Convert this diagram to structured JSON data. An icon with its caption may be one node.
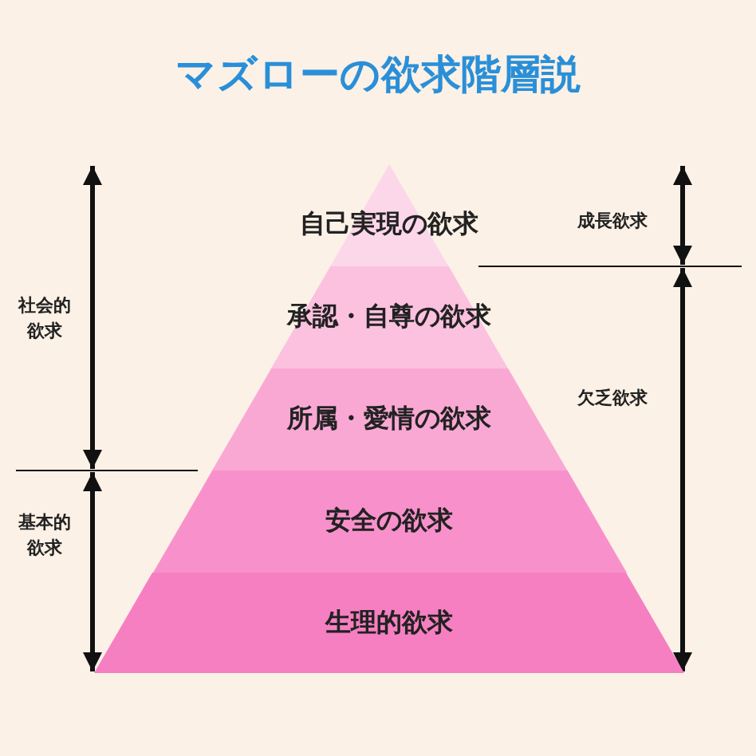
{
  "diagram": {
    "title": "マズローの欲求階層説",
    "nodes": [
      {
        "text": [
          "自己実現の欲求"
        ]
      },
      {
        "text": [
          "承認・自尊の欲求"
        ]
      },
      {
        "text": [
          "所属・愛情の欲求"
        ]
      },
      {
        "text": [
          "安全の欲求"
        ]
      },
      {
        "text": [
          "生理的欲求"
        ]
      }
    ],
    "edges": [],
    "labels": [
      "成長欲求",
      "社会的欲求",
      "欠乏欲求",
      "基本的欲求"
    ]
  }
}
